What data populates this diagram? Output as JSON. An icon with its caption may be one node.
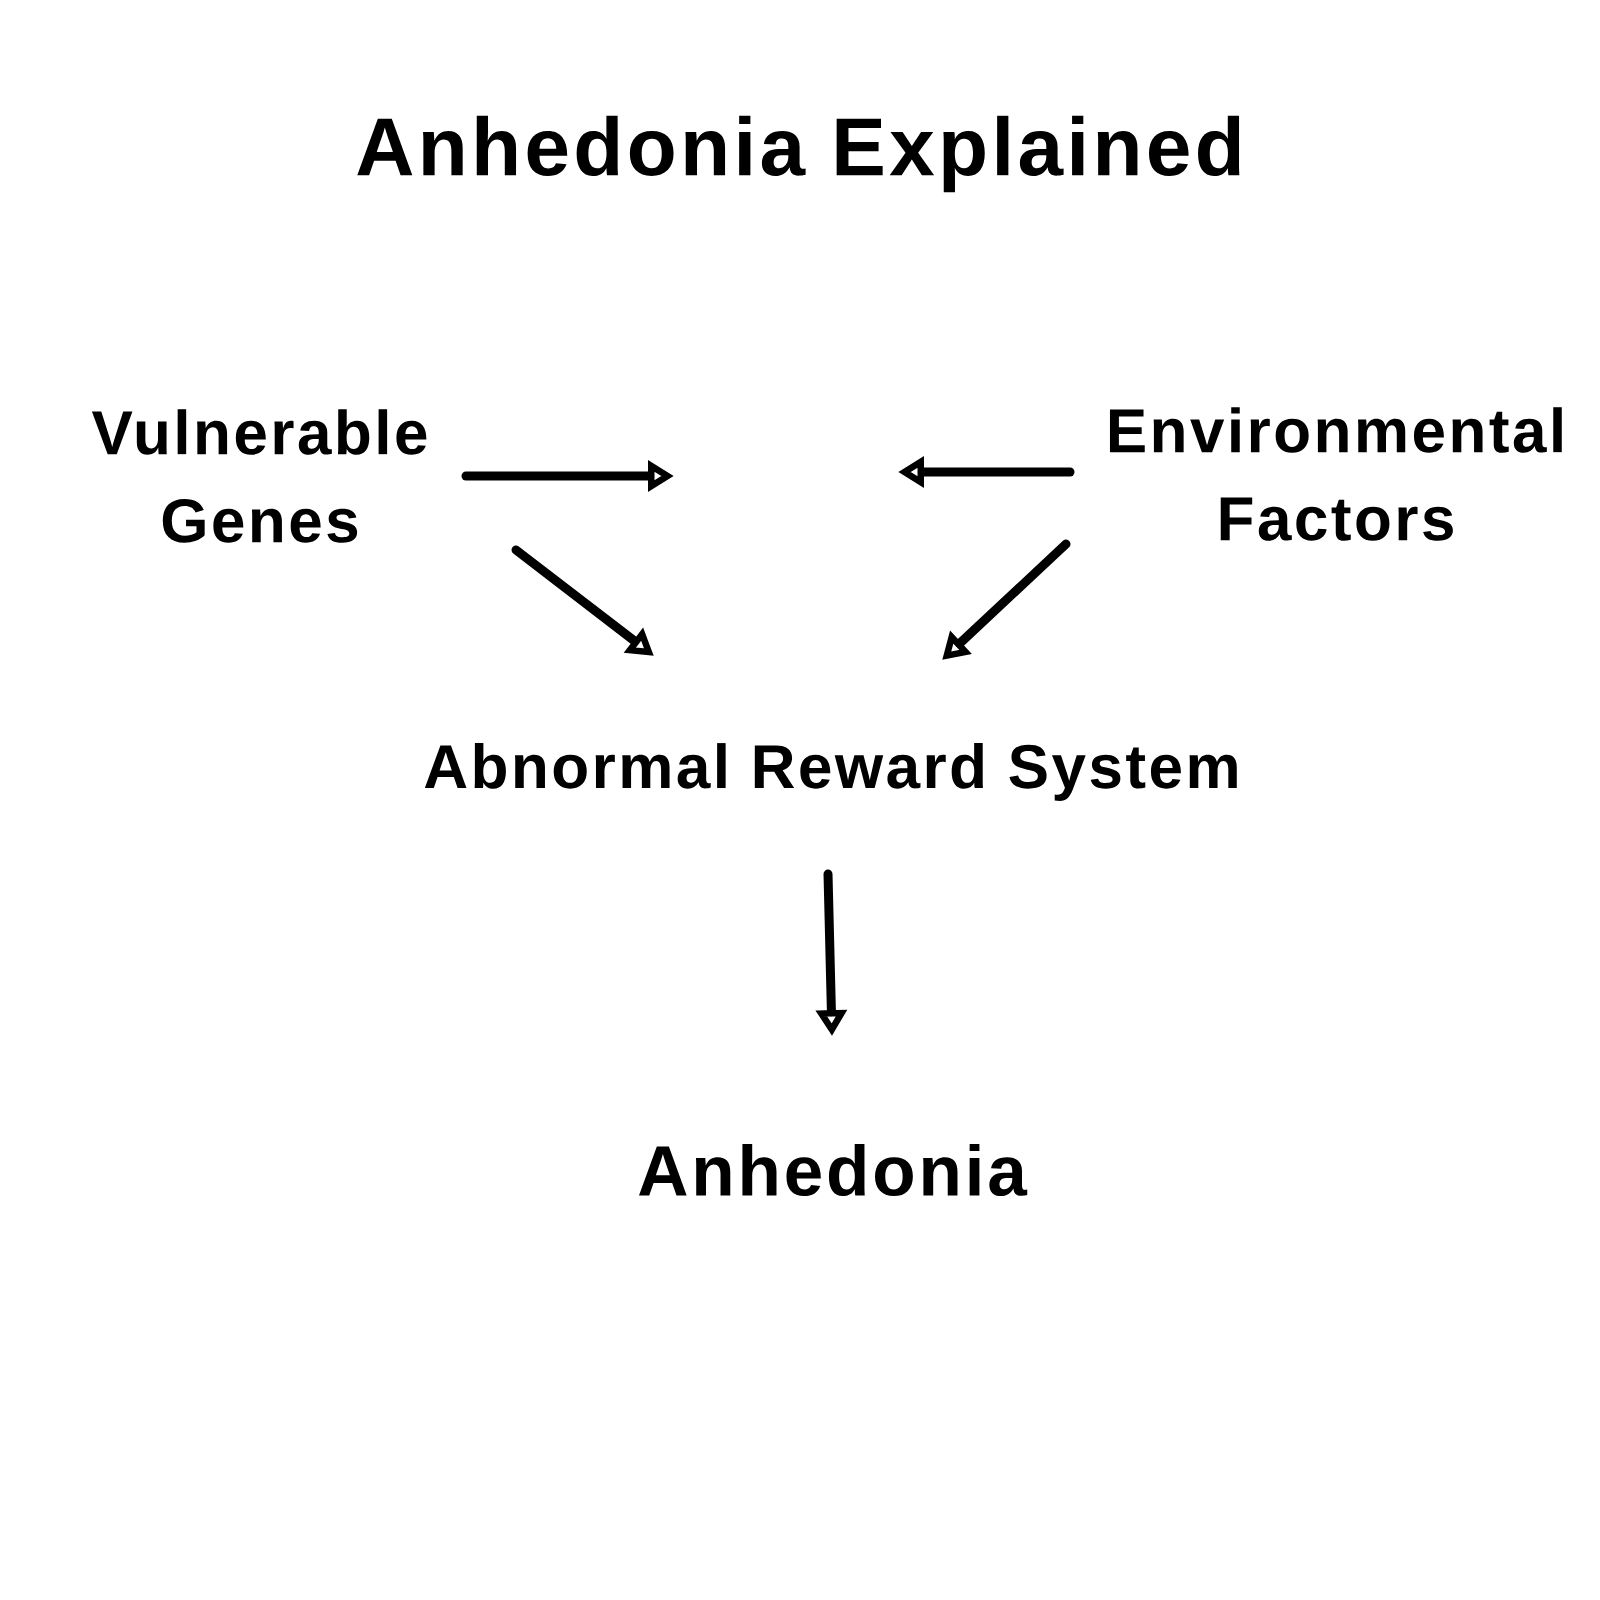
{
  "diagram": {
    "title": "Anhedonia Explained",
    "nodes": [
      {
        "text": [
          "Vulnerable Genes"
        ]
      },
      {
        "text": [
          "Environmental Factors"
        ]
      },
      {
        "text": [
          "Abnormal Reward System"
        ]
      },
      {
        "text": [
          "Anhedonia"
        ]
      }
    ],
    "edges": [
      {
        "from": 0,
        "to": null,
        "arrow": "to"
      },
      {
        "from": 0,
        "to": 2,
        "arrow": "to"
      },
      {
        "from": 1,
        "to": null,
        "arrow": "to"
      },
      {
        "from": 1,
        "to": 2,
        "arrow": "to"
      },
      {
        "from": 2,
        "to": 3,
        "arrow": "to"
      }
    ]
  }
}
